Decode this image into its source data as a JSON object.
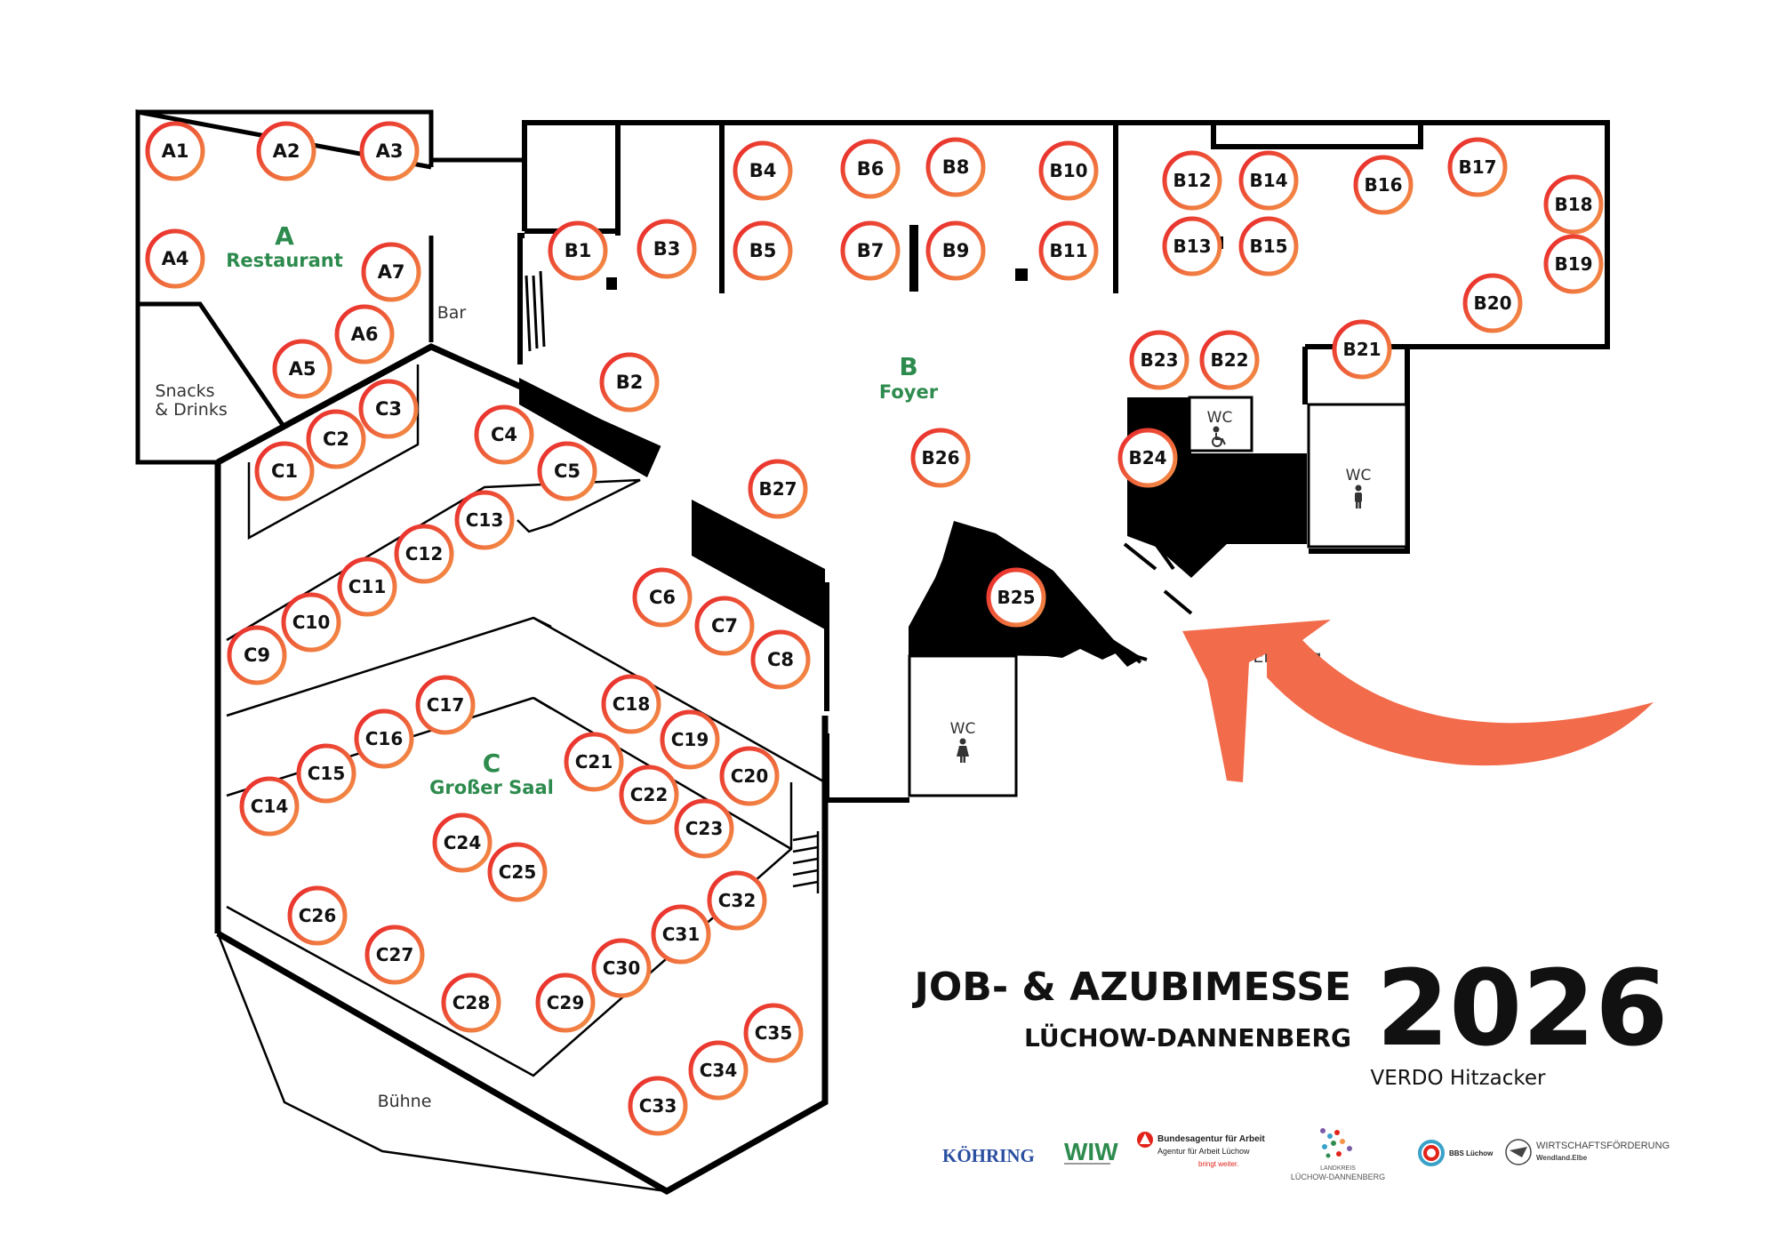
{
  "title": {
    "line1": "JOB- & AZUBIMESSE",
    "line2": "LÜCHOW-DANNENBERG",
    "year": "2026",
    "venue": "VERDO Hitzacker"
  },
  "zones": {
    "a_letter": "A",
    "a_name": "Restaurant",
    "b_letter": "B",
    "b_name": "Foyer",
    "c_letter": "C",
    "c_name": "Großer Saal"
  },
  "labels": {
    "bar": "Bar",
    "snacks_line1": "Snacks",
    "snacks_line2": "& Drinks",
    "stage": "Bühne",
    "entrance": "Eingang",
    "wc": "WC"
  },
  "colors": {
    "zone_green": "#2e8b4e",
    "booth_ring_start": "#e8262b",
    "booth_ring_end": "#f39447",
    "arrow": "#f26b4b",
    "walls": "#000000"
  },
  "booths": [
    "A1",
    "A2",
    "A3",
    "A4",
    "A5",
    "A6",
    "A7",
    "B1",
    "B2",
    "B3",
    "B4",
    "B5",
    "B6",
    "B7",
    "B8",
    "B9",
    "B10",
    "B11",
    "B12",
    "B13",
    "B14",
    "B15",
    "B16",
    "B17",
    "B18",
    "B19",
    "B20",
    "B21",
    "B22",
    "B23",
    "B24",
    "B25",
    "B26",
    "B27",
    "C1",
    "C2",
    "C3",
    "C4",
    "C5",
    "C6",
    "C7",
    "C8",
    "C9",
    "C10",
    "C11",
    "C12",
    "C13",
    "C14",
    "C15",
    "C16",
    "C17",
    "C18",
    "C19",
    "C20",
    "C21",
    "C22",
    "C23",
    "C24",
    "C25",
    "C26",
    "C27",
    "C28",
    "C29",
    "C30",
    "C31",
    "C32",
    "C33",
    "C34",
    "C35"
  ],
  "logos": {
    "koehring": "KÖHRING",
    "wiw": "WIW",
    "ba_line1": "Bundesagentur für Arbeit",
    "ba_line2": "Agentur für Arbeit Lüchow",
    "ba_line3": "bringt weiter.",
    "landkreis_line1": "LANDKREIS",
    "landkreis_line2": "LÜCHOW-DANNENBERG",
    "bbs": "BBS Lüchow",
    "wf_line1": "WIRTSCHAFTSFÖRDERUNG",
    "wf_line2": "Wendland.Elbe"
  }
}
